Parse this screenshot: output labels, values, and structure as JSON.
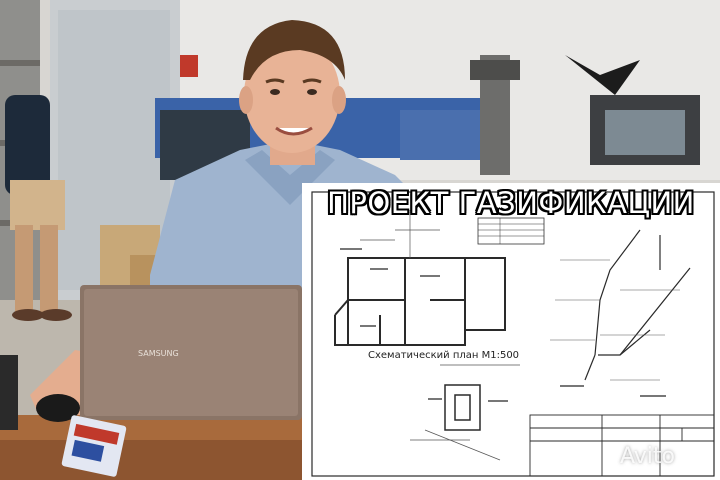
{
  "overlay": {
    "title": "ПРОЕКТ ГАЗИФИКАЦИИ",
    "plan_caption": "Схематический план М1:500"
  },
  "watermark": {
    "text": "Avito"
  },
  "laptop": {
    "brand": "SAMSUNG"
  },
  "colors": {
    "shirt": "#9fb4cf",
    "laptop": "#8a7466",
    "drawing_paper": "#ffffff",
    "drawing_lines": "#2a2a2a",
    "desk": "#a86a3c"
  }
}
